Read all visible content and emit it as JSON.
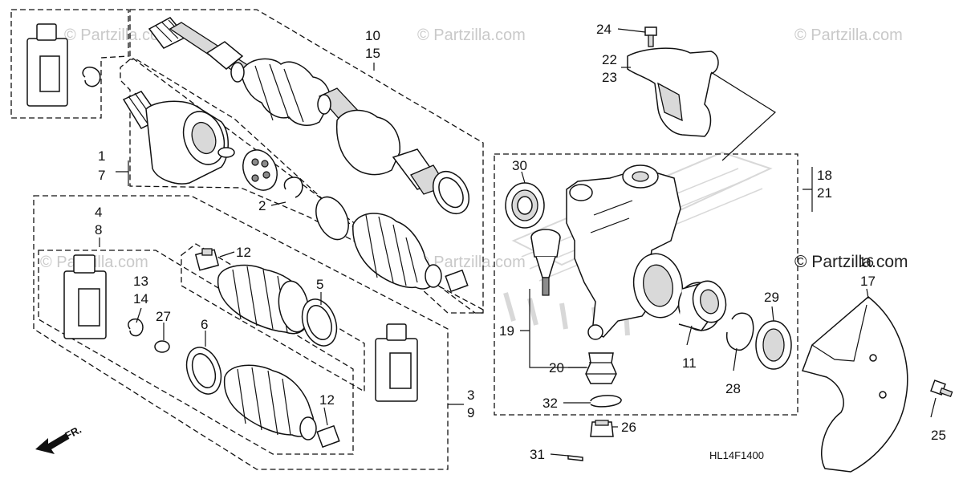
{
  "watermarks": {
    "faded": "© Partzilla.com",
    "prominent": "© Partzilla.com"
  },
  "diagram_code": "HL14F1400",
  "direction_label": "FR.",
  "callouts": {
    "c1": "1",
    "c7": "7",
    "c2": "2",
    "c3": "3",
    "c9": "9",
    "c4": "4",
    "c8": "8",
    "c5": "5",
    "c6": "6",
    "c10": "10",
    "c15": "15",
    "c11": "11",
    "c12a": "12",
    "c12b": "12",
    "c13": "13",
    "c14": "14",
    "c16": "16",
    "c17": "17",
    "c18": "18",
    "c21": "21",
    "c19": "19",
    "c20": "20",
    "c22": "22",
    "c23": "23",
    "c24": "24",
    "c25": "25",
    "c26": "26",
    "c27": "27",
    "c28": "28",
    "c29": "29",
    "c30": "30",
    "c31": "31",
    "c32": "32"
  }
}
